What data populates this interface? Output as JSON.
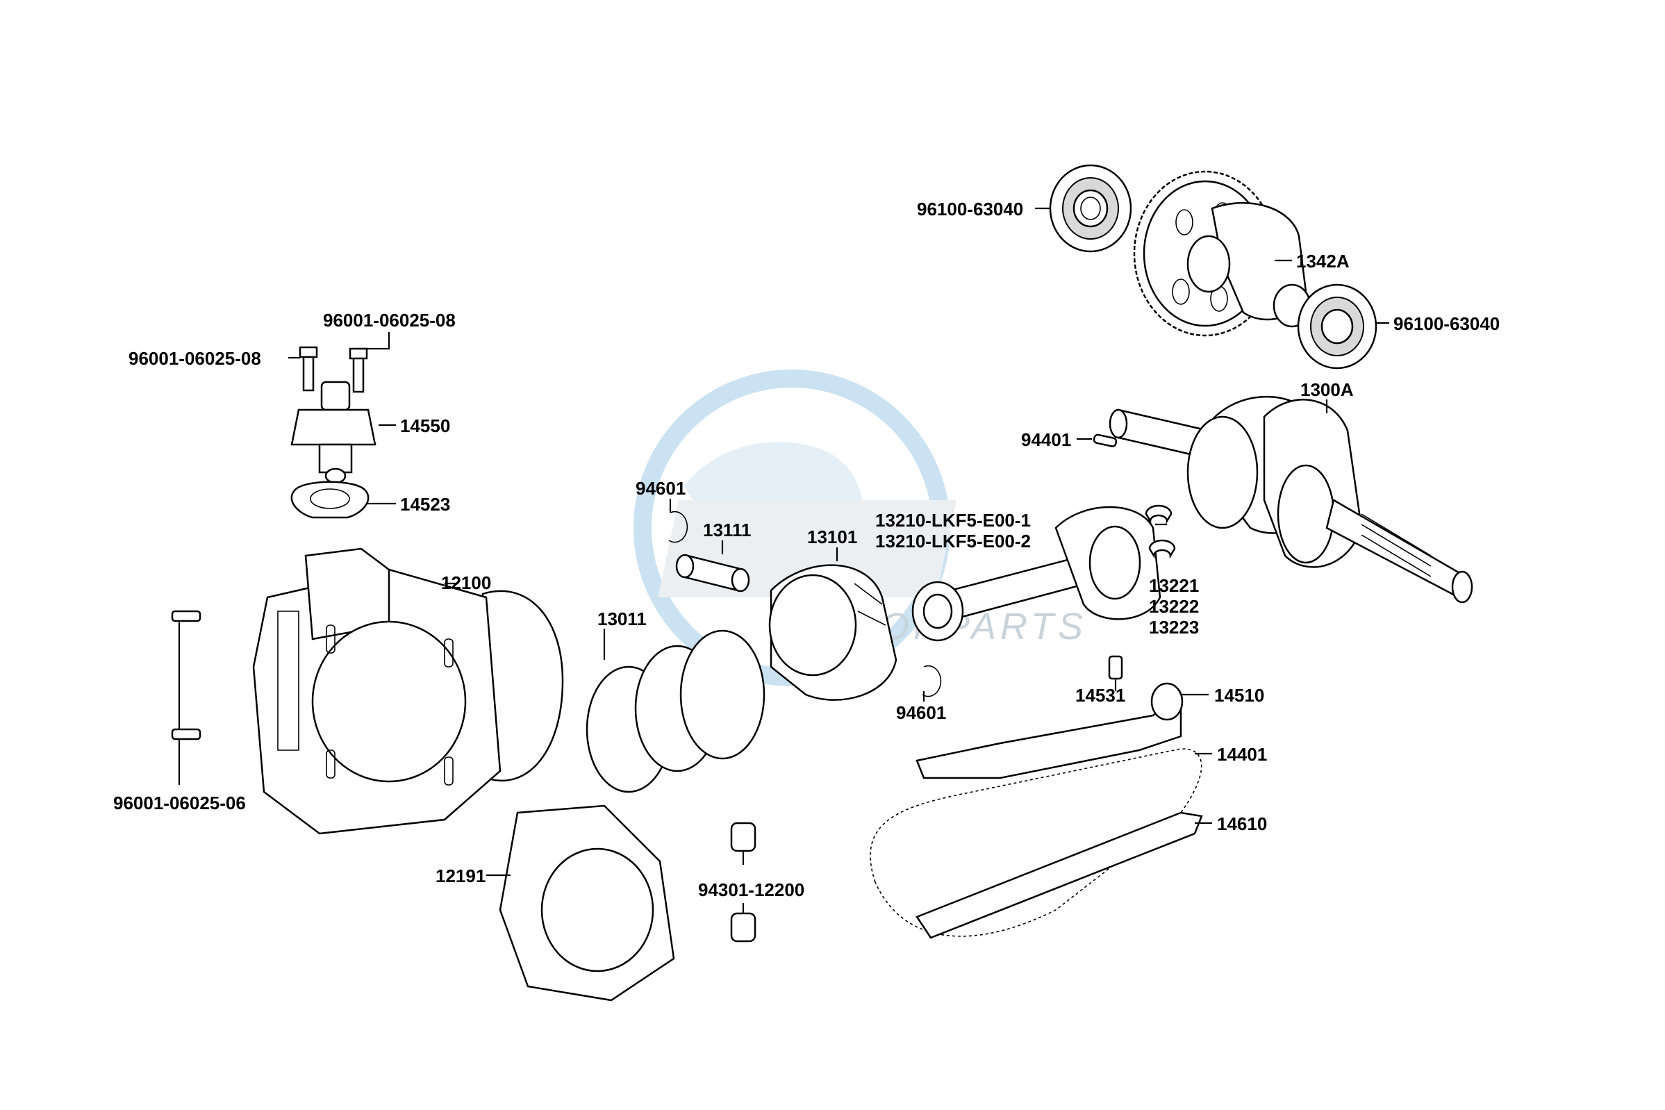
{
  "watermark": {
    "text": "MOTORPARTS",
    "accent": "#5aa6d8"
  },
  "labels": {
    "b96100_top": "96100-63040",
    "p1342A": "1342A",
    "b96100_right": "96100-63040",
    "p1300A": "1300A",
    "p94401": "94401",
    "bolt_a": "96001-06025-08",
    "bolt_b": "96001-06025-08",
    "p14550": "14550",
    "p14523": "14523",
    "p94601_a": "94601",
    "p13111": "13111",
    "p13101": "13101",
    "rod_1": "13210-LKF5-E00-1",
    "rod_2": "13210-LKF5-E00-2",
    "p13221": "13221",
    "p13222": "13222",
    "p13223": "13223",
    "p12100": "12100",
    "p13011": "13011",
    "p94601_b": "94601",
    "p14531": "14531",
    "p14510": "14510",
    "p14401": "14401",
    "bolt_c": "96001-06025-06",
    "p14610": "14610",
    "p12191": "12191",
    "p94301": "94301-12200"
  }
}
